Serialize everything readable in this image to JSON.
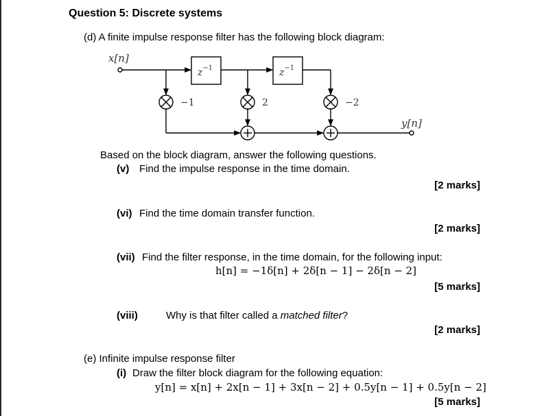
{
  "question_title": "Question 5: Discrete systems",
  "part_d": {
    "heading": "(d) A finite impulse response filter has the following block diagram:",
    "diagram": {
      "input_label": "x[n]",
      "output_label": "y[n]",
      "delay_label": "z",
      "delay_exponent": "−1",
      "gains": [
        "−1",
        "2",
        "−2"
      ]
    },
    "intro": "Based on the block diagram, answer the following questions.",
    "items": [
      {
        "num": "(v)",
        "text": "Find the impulse response in the time domain.",
        "marks": "[2 marks]"
      },
      {
        "num": "(vi)",
        "text": "Find the time domain transfer function.",
        "marks": "[2 marks]"
      },
      {
        "num": "(vii)",
        "text": "Find the filter response, in the time domain, for the following input:",
        "equation": "h[n] = −1δ[n] + 2δ[n − 1] − 2δ[n − 2]",
        "marks": "[5 marks]"
      },
      {
        "num": "(viii)",
        "text_pre": "Why is that filter called a ",
        "text_italic": "matched filter",
        "text_post": "?",
        "marks": "[2 marks]"
      }
    ]
  },
  "part_e": {
    "heading": "(e) Infinite impulse response filter",
    "item": {
      "num": "(i)",
      "text": "Draw the filter block diagram for the following equation:",
      "equation": "y[n] = x[n] + 2x[n − 1] + 3x[n − 2] + 0.5y[n − 1] + 0.5y[n − 2]",
      "marks": "[5 marks]"
    }
  }
}
